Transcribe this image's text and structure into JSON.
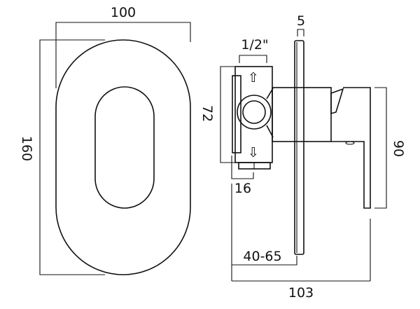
{
  "front_view": {
    "width_label": "100",
    "height_label": "160"
  },
  "side_view": {
    "plate_thickness_label": "5",
    "thread_label": "1/2\"",
    "valve_height_label": "72",
    "valve_depth_label": "16",
    "handle_height_label": "90",
    "wall_depth_label": "40-65",
    "total_depth_label": "103"
  }
}
